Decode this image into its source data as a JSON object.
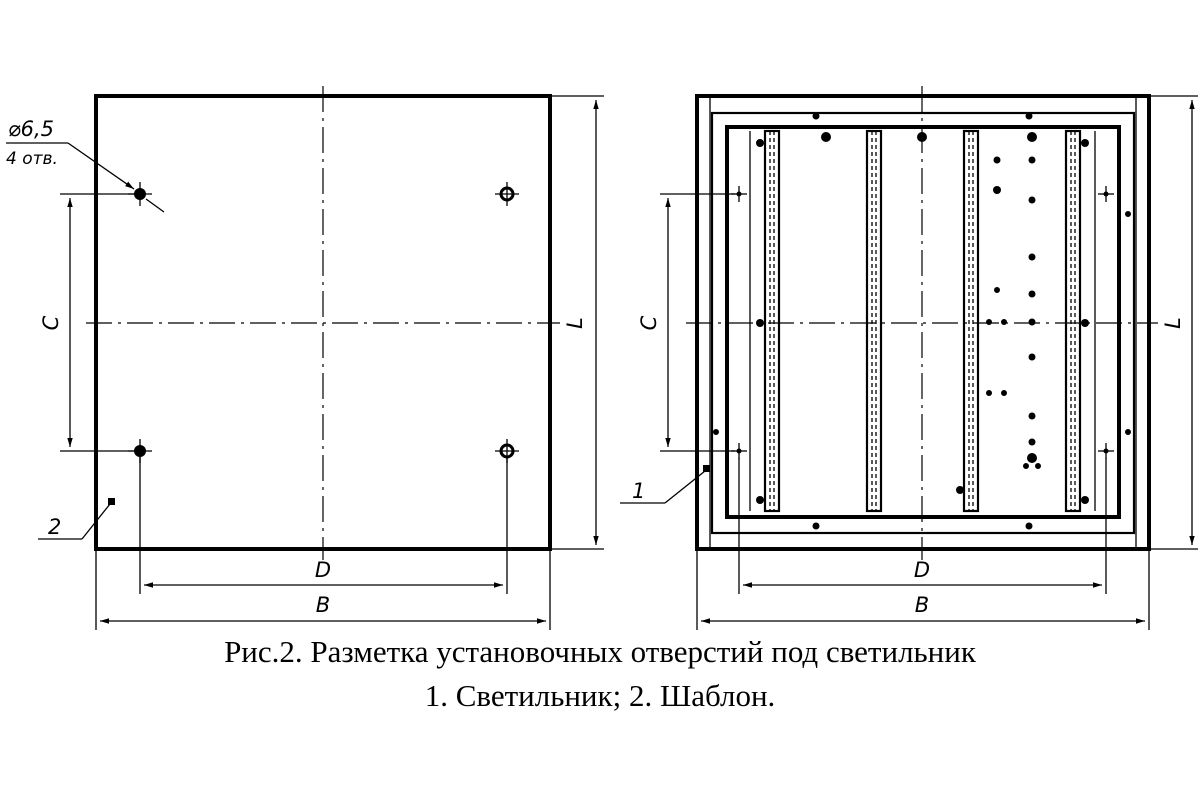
{
  "left_view": {
    "hole_callout": {
      "diameter": "⌀6,5",
      "count": "4 отв."
    },
    "dims": {
      "C": "C",
      "L": "L",
      "D": "D",
      "B": "B"
    },
    "leader": "2"
  },
  "right_view": {
    "dims": {
      "C": "C",
      "L": "L",
      "D": "D",
      "B": "B"
    },
    "leader": "1"
  },
  "caption": {
    "line1": "Рис.2. Разметка установочных отверстий под светильник",
    "line2": "1.  Светильник; 2. Шаблон."
  }
}
